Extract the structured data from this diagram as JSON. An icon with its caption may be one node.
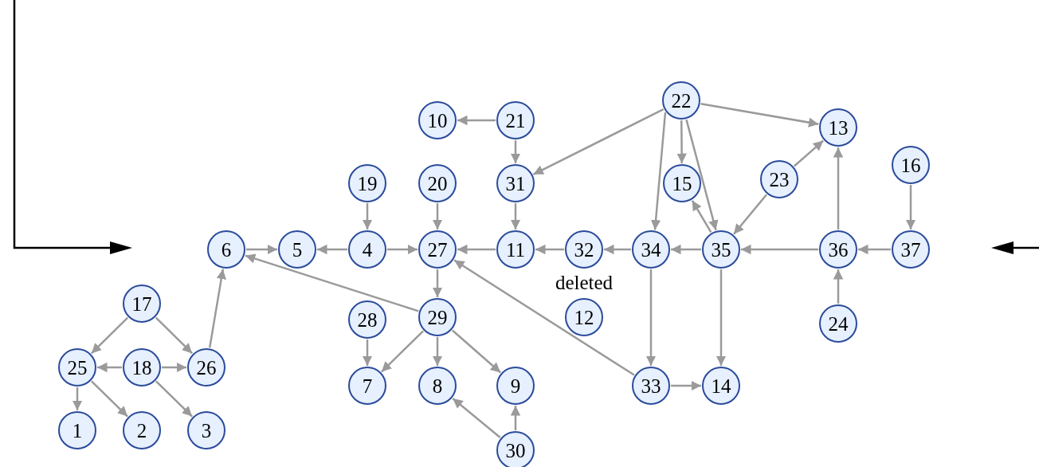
{
  "diagram": {
    "nodes": [
      {
        "text": [
          "1"
        ]
      },
      {
        "text": [
          "2"
        ]
      },
      {
        "text": [
          "3"
        ]
      },
      {
        "text": [
          "4"
        ]
      },
      {
        "text": [
          "5"
        ]
      },
      {
        "text": [
          "6"
        ]
      },
      {
        "text": [
          "7"
        ]
      },
      {
        "text": [
          "8"
        ]
      },
      {
        "text": [
          "9"
        ]
      },
      {
        "text": [
          "10"
        ]
      },
      {
        "text": [
          "11"
        ]
      },
      {
        "text": [
          "12"
        ]
      },
      {
        "text": [
          "13"
        ]
      },
      {
        "text": [
          "14"
        ]
      },
      {
        "text": [
          "15"
        ]
      },
      {
        "text": [
          "16"
        ]
      },
      {
        "text": [
          "17"
        ]
      },
      {
        "text": [
          "18"
        ]
      },
      {
        "text": [
          "19"
        ]
      },
      {
        "text": [
          "20"
        ]
      },
      {
        "text": [
          "21"
        ]
      },
      {
        "text": [
          "22"
        ]
      },
      {
        "text": [
          "23"
        ]
      },
      {
        "text": [
          "24"
        ]
      },
      {
        "text": [
          "25"
        ]
      },
      {
        "text": [
          "26"
        ]
      },
      {
        "text": [
          "27"
        ]
      },
      {
        "text": [
          "28"
        ]
      },
      {
        "text": [
          "29"
        ]
      },
      {
        "text": [
          "30"
        ]
      },
      {
        "text": [
          "31"
        ]
      },
      {
        "text": [
          "32"
        ]
      },
      {
        "text": [
          "33"
        ]
      },
      {
        "text": [
          "34"
        ]
      },
      {
        "text": [
          "35"
        ]
      },
      {
        "text": [
          "36"
        ]
      },
      {
        "text": [
          "37"
        ]
      }
    ],
    "edges": [
      {
        "from": 5,
        "to": 4,
        "arrow": "to"
      },
      {
        "from": 3,
        "to": 4,
        "arrow": "to"
      },
      {
        "from": 3,
        "to": 26,
        "arrow": "to"
      },
      {
        "from": 18,
        "to": 3,
        "arrow": "to"
      },
      {
        "from": 19,
        "to": 26,
        "arrow": "to"
      },
      {
        "from": 10,
        "to": 26,
        "arrow": "to"
      },
      {
        "from": 31,
        "to": 10,
        "arrow": "to"
      },
      {
        "from": 33,
        "to": 31,
        "arrow": "to"
      },
      {
        "from": 34,
        "to": 33,
        "arrow": "to"
      },
      {
        "from": 35,
        "to": 34,
        "arrow": "to"
      },
      {
        "from": 36,
        "to": 35,
        "arrow": "to"
      },
      {
        "from": 15,
        "to": 36,
        "arrow": "to"
      },
      {
        "from": 23,
        "to": 35,
        "arrow": "to"
      },
      {
        "from": 35,
        "to": 12,
        "arrow": "to"
      },
      {
        "from": 21,
        "to": 12,
        "arrow": "to"
      },
      {
        "from": 22,
        "to": 12,
        "arrow": "to"
      },
      {
        "from": 22,
        "to": 34,
        "arrow": "to"
      },
      {
        "from": 21,
        "to": 14,
        "arrow": "to"
      },
      {
        "from": 34,
        "to": 14,
        "arrow": "to"
      },
      {
        "from": 21,
        "to": 34,
        "arrow": "to"
      },
      {
        "from": 21,
        "to": 33,
        "arrow": "to"
      },
      {
        "from": 21,
        "to": 30,
        "arrow": "to"
      },
      {
        "from": 20,
        "to": 9,
        "arrow": "to"
      },
      {
        "from": 20,
        "to": 30,
        "arrow": "to"
      },
      {
        "from": 30,
        "to": 10,
        "arrow": "to"
      },
      {
        "from": 26,
        "to": 28,
        "arrow": "to"
      },
      {
        "from": 28,
        "to": 5,
        "arrow": "to"
      },
      {
        "from": 28,
        "to": 6,
        "arrow": "to"
      },
      {
        "from": 28,
        "to": 7,
        "arrow": "to"
      },
      {
        "from": 28,
        "to": 8,
        "arrow": "to"
      },
      {
        "from": 27,
        "to": 6,
        "arrow": "to"
      },
      {
        "from": 29,
        "to": 7,
        "arrow": "to"
      },
      {
        "from": 29,
        "to": 8,
        "arrow": "to"
      },
      {
        "from": 32,
        "to": 26,
        "arrow": "to"
      },
      {
        "from": 33,
        "to": 32,
        "arrow": "to"
      },
      {
        "from": 34,
        "to": 13,
        "arrow": "to"
      },
      {
        "from": 32,
        "to": 13,
        "arrow": "to"
      },
      {
        "from": 16,
        "to": 24,
        "arrow": "to"
      },
      {
        "from": 16,
        "to": 25,
        "arrow": "to"
      },
      {
        "from": 17,
        "to": 24,
        "arrow": "to"
      },
      {
        "from": 17,
        "to": 25,
        "arrow": "to"
      },
      {
        "from": 24,
        "to": 0,
        "arrow": "to"
      },
      {
        "from": 24,
        "to": 1,
        "arrow": "to"
      },
      {
        "from": 17,
        "to": 2,
        "arrow": "to"
      },
      {
        "from": 25,
        "to": 5,
        "arrow": "to"
      }
    ],
    "labels": [
      "deleted"
    ]
  }
}
